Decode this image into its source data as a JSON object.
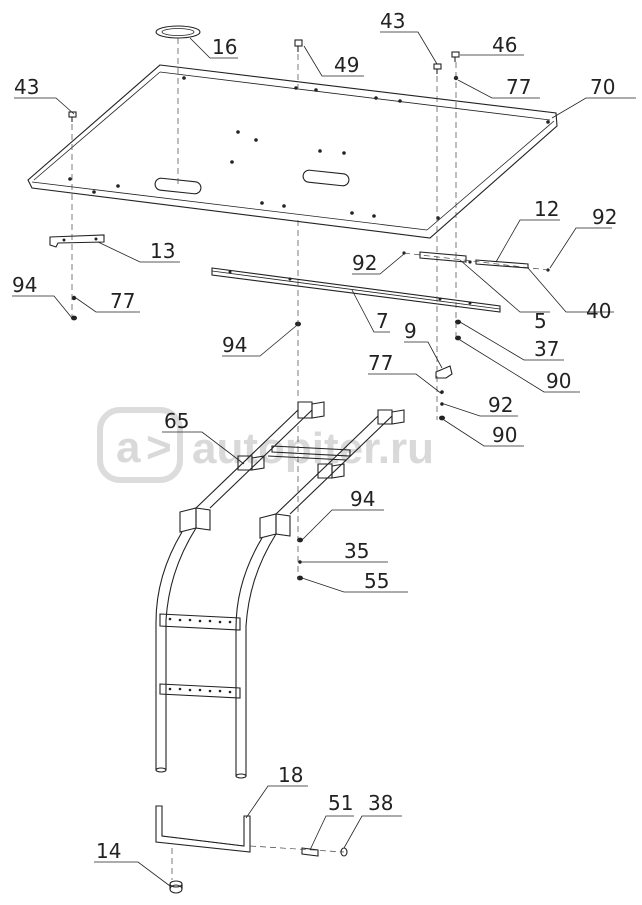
{
  "watermark": "autopiter.ru",
  "callouts": [
    {
      "id": "c16",
      "label": "16"
    },
    {
      "id": "c49",
      "label": "49"
    },
    {
      "id": "c43a",
      "label": "43"
    },
    {
      "id": "c43b",
      "label": "43"
    },
    {
      "id": "c46",
      "label": "46"
    },
    {
      "id": "c77a",
      "label": "77"
    },
    {
      "id": "c70",
      "label": "70"
    },
    {
      "id": "c13",
      "label": "13"
    },
    {
      "id": "c94a",
      "label": "94"
    },
    {
      "id": "c77b",
      "label": "77"
    },
    {
      "id": "c12",
      "label": "12"
    },
    {
      "id": "c92a",
      "label": "92"
    },
    {
      "id": "c92b",
      "label": "92"
    },
    {
      "id": "c5",
      "label": "5"
    },
    {
      "id": "c40",
      "label": "40"
    },
    {
      "id": "c7",
      "label": "7"
    },
    {
      "id": "c94b",
      "label": "94"
    },
    {
      "id": "c9",
      "label": "9"
    },
    {
      "id": "c37",
      "label": "37"
    },
    {
      "id": "c77c",
      "label": "77"
    },
    {
      "id": "c90a",
      "label": "90"
    },
    {
      "id": "c92c",
      "label": "92"
    },
    {
      "id": "c90b",
      "label": "90"
    },
    {
      "id": "c65",
      "label": "65"
    },
    {
      "id": "c94c",
      "label": "94"
    },
    {
      "id": "c35",
      "label": "35"
    },
    {
      "id": "c55",
      "label": "55"
    },
    {
      "id": "c18",
      "label": "18"
    },
    {
      "id": "c51",
      "label": "51"
    },
    {
      "id": "c38",
      "label": "38"
    },
    {
      "id": "c14",
      "label": "14"
    }
  ]
}
